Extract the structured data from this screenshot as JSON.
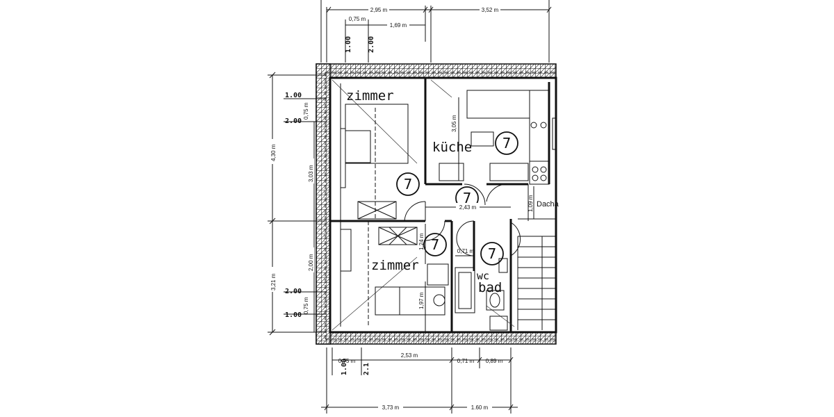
{
  "rooms": {
    "zimmer_top": "zimmer",
    "kueche": "küche",
    "zimmer_bottom": "zimmer",
    "wc": "wc",
    "bad": "bad",
    "dach": "Dacha"
  },
  "markers": {
    "zimmer_top": "7",
    "kueche": "7",
    "flur": "7",
    "zimmer_bottom": "7",
    "bad": "7"
  },
  "dimensions": {
    "top_left_width": "2,95 m",
    "top_right_width": "3,52 m",
    "top_small_a": "0,75 m",
    "top_small_b": "1,69 m",
    "top_vert_a": "1.00",
    "top_vert_b": "2.00",
    "left_total_upper": "4,30 m",
    "left_total_lower": "3,21 m",
    "left_100_upper": "1.00",
    "left_200_upper": "2.00",
    "left_075_upper": "0,75 m",
    "left_303": "3,03 m",
    "left_200_mid": "2,00 m",
    "left_200_lower": "2.00",
    "left_075_lower": "0,75 m",
    "left_100_lower": "1.00",
    "kitchen_depth": "3,05 m",
    "hall_width": "2,43 m",
    "dach_height": "1,09 m",
    "bedroom_124": "1,24 m",
    "wc_width": "0,71 m",
    "bedroom_197": "1,97 m",
    "bottom_075": "0,75 m",
    "bottom_253": "2,53 m",
    "bottom_071": "0,71 m",
    "bottom_089": "0,89 m",
    "bottom_vert_a": "1.00",
    "bottom_vert_b": "2.1",
    "bottom_total_left": "3,73 m",
    "bottom_total_right": "1.60 m"
  }
}
